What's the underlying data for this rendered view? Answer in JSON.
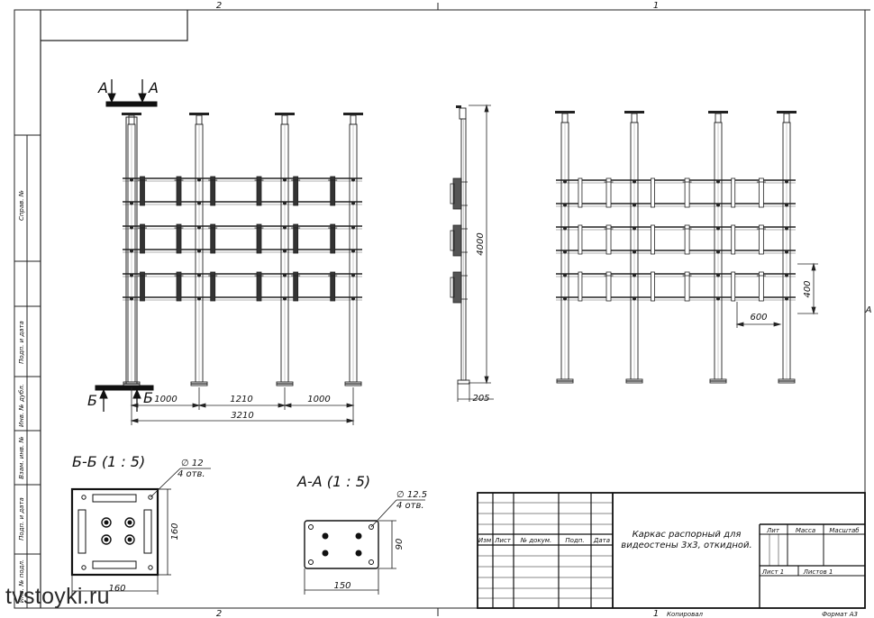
{
  "watermark": "tvstoyki.ru",
  "zones": {
    "top_left": "2",
    "top_right": "1",
    "bottom_left": "2",
    "bottom_right": "1",
    "right": "A"
  },
  "side_labels": [
    "Справ. №",
    "Подп. и дата",
    "Инв. № дубл.",
    "Взам. инв. №",
    "Подп. и дата",
    "Инв. № подл."
  ],
  "views": {
    "section_a_marks": [
      "А",
      "А"
    ],
    "section_b_marks": [
      "Б",
      "Б"
    ],
    "front_dims": {
      "left": "1000",
      "mid": "1210",
      "right": "1000",
      "total": "3210"
    },
    "side_dims": {
      "height": "4000",
      "base": "205"
    },
    "rear_dims": {
      "h_step": "600",
      "v_step": "400"
    }
  },
  "details": {
    "bb": {
      "title": "Б-Б (1 : 5)",
      "hole_dia": "∅ 12",
      "hole_count": "4 отв.",
      "width": "160",
      "height": "160"
    },
    "aa": {
      "title": "А-А (1 : 5)",
      "hole_dia": "∅ 12.5",
      "hole_count": "4 отв.",
      "width": "150",
      "height": "90"
    }
  },
  "title_block": {
    "columns": [
      "Изм",
      "Лист",
      "№ докум.",
      "Подп.",
      "Дата"
    ],
    "name_line1": "Каркас распорный для",
    "name_line2": "видеостены 3х3, откидной.",
    "lit_label": "Лит",
    "mass_label": "Масса",
    "scale_label": "Масштаб",
    "sheet_label": "Лист 1",
    "sheets_label": "Листов 1",
    "copied": "Копировал",
    "format": "Формат А3"
  }
}
